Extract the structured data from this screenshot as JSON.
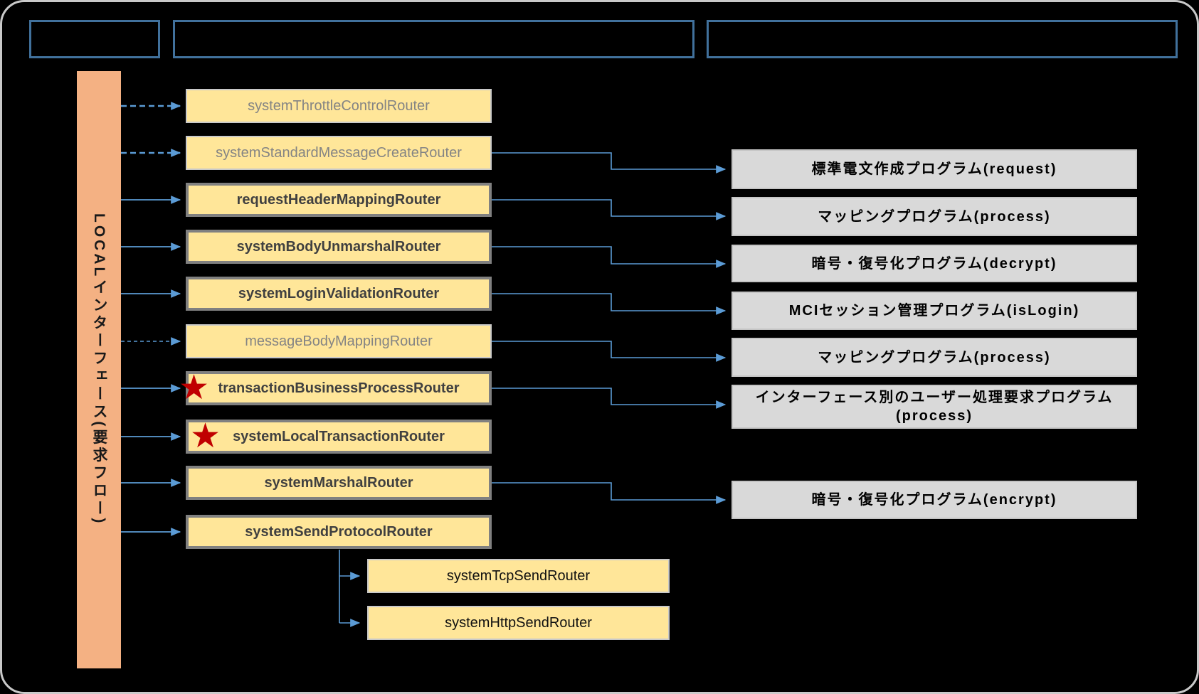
{
  "colors": {
    "background": "#000000",
    "header_border": "#41719C",
    "lane_fill": "#F4B183",
    "router_fill": "#FFE699",
    "router_border_strong": "#808080",
    "router_border_light": "#C9C9C9",
    "router_text_active": "#404040",
    "router_text_inactive": "#848484",
    "program_fill": "#D9D9D9",
    "arrow": "#5B9BD5",
    "star": "#C00000"
  },
  "icons": {
    "star": "★"
  },
  "header_boxes": [
    {
      "label": ""
    },
    {
      "label": ""
    },
    {
      "label": ""
    }
  ],
  "lane": {
    "label": "LOCALインターフェース(要求フロー)"
  },
  "routers": [
    {
      "label": "systemThrottleControlRouter",
      "state": "inactive",
      "arrow": "dashed",
      "starred": false,
      "target_index": null
    },
    {
      "label": "systemStandardMessageCreateRouter",
      "state": "inactive",
      "arrow": "dashed",
      "starred": false,
      "target_index": 0
    },
    {
      "label": "requestHeaderMappingRouter",
      "state": "active",
      "arrow": "solid",
      "starred": false,
      "target_index": 1
    },
    {
      "label": "systemBodyUnmarshalRouter",
      "state": "active",
      "arrow": "solid",
      "starred": false,
      "target_index": 2
    },
    {
      "label": "systemLoginValidationRouter",
      "state": "active",
      "arrow": "solid",
      "starred": false,
      "target_index": 3
    },
    {
      "label": "messageBodyMappingRouter",
      "state": "inactive",
      "arrow": "dashed",
      "starred": false,
      "target_index": 4
    },
    {
      "label": "transactionBusinessProcessRouter",
      "state": "active",
      "arrow": "solid",
      "starred": true,
      "target_index": 5
    },
    {
      "label": "systemLocalTransactionRouter",
      "state": "active",
      "arrow": "solid",
      "starred": true,
      "target_index": null
    },
    {
      "label": "systemMarshalRouter",
      "state": "active",
      "arrow": "solid",
      "starred": false,
      "target_index": 6
    },
    {
      "label": "systemSendProtocolRouter",
      "state": "active",
      "arrow": "solid",
      "starred": false,
      "target_index": null,
      "child_indexes": [
        0,
        1
      ]
    }
  ],
  "sub_routers": [
    {
      "label": "systemTcpSendRouter"
    },
    {
      "label": "systemHttpSendRouter"
    }
  ],
  "programs": [
    {
      "label": "標準電文作成プログラム(request)"
    },
    {
      "label": "マッピングプログラム(process)"
    },
    {
      "label": "暗号・復号化プログラム(decrypt)"
    },
    {
      "label": "MCIセッション管理プログラム(isLogin)"
    },
    {
      "label": "マッピングプログラム(process)"
    },
    {
      "label": "インターフェース別のユーザー処理要求プログラム",
      "label2": "(process)"
    },
    {
      "label": "暗号・復号化プログラム(encrypt)"
    }
  ]
}
